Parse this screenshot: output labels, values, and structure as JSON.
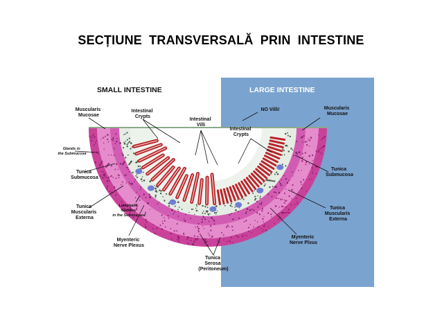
{
  "slide_title": "SECȚIUNE  TRANSVERSALĂ  PRIN  INTESTINE",
  "diagram": {
    "small_panel_title": "SMALL INTESTINE",
    "large_panel_title": "LARGE INTESTINE",
    "colors": {
      "large_panel_bg": "#7ba3cf",
      "serosa": "#c9429a",
      "muscularis": "#e58ccd",
      "submucosa": "#dfe9df",
      "villi": "#b9262b",
      "glands": "#5b6bd1",
      "surface": "#8aaa8a"
    },
    "labels": {
      "small_muscularis_mucosae": [
        "Muscularis",
        "Mucosae"
      ],
      "intestinal_crypts_small": [
        "Intestinal",
        "Crypts"
      ],
      "intestinal_villi": [
        "Intestinal",
        "Villi"
      ],
      "glands_submucosa": [
        "Glands in",
        "the Submucosa"
      ],
      "tunica_submucosa_small": [
        "Tunica",
        "Submucosa"
      ],
      "tunica_muscularis_externa_small": [
        "Tunica",
        "Muscularis",
        "Externa"
      ],
      "lymphatic_nodules": [
        "Lymphatic",
        "Nodules",
        "in the Submucosa"
      ],
      "myenteric_nerve_plexus_small": [
        "Myenteric",
        "Nerve Plexus"
      ],
      "tunica_serosa": [
        "Tunica",
        "Serosa",
        "(Peritoneum)"
      ],
      "no_villi": [
        "NO Villi!"
      ],
      "intestinal_crypts_large": [
        "Intestinal",
        "Crypts"
      ],
      "large_muscularis_mucosae": [
        "Muscularis",
        "Mucosae"
      ],
      "tunica_submucosa_large": [
        "Tunica",
        "Submucosa"
      ],
      "tunica_muscularis_externa_large": [
        "Tunica",
        "Muscularis",
        "Externa"
      ],
      "myenteric_nerve_plexus_large": [
        "Myenteric",
        "Nerve Plxus"
      ]
    }
  }
}
